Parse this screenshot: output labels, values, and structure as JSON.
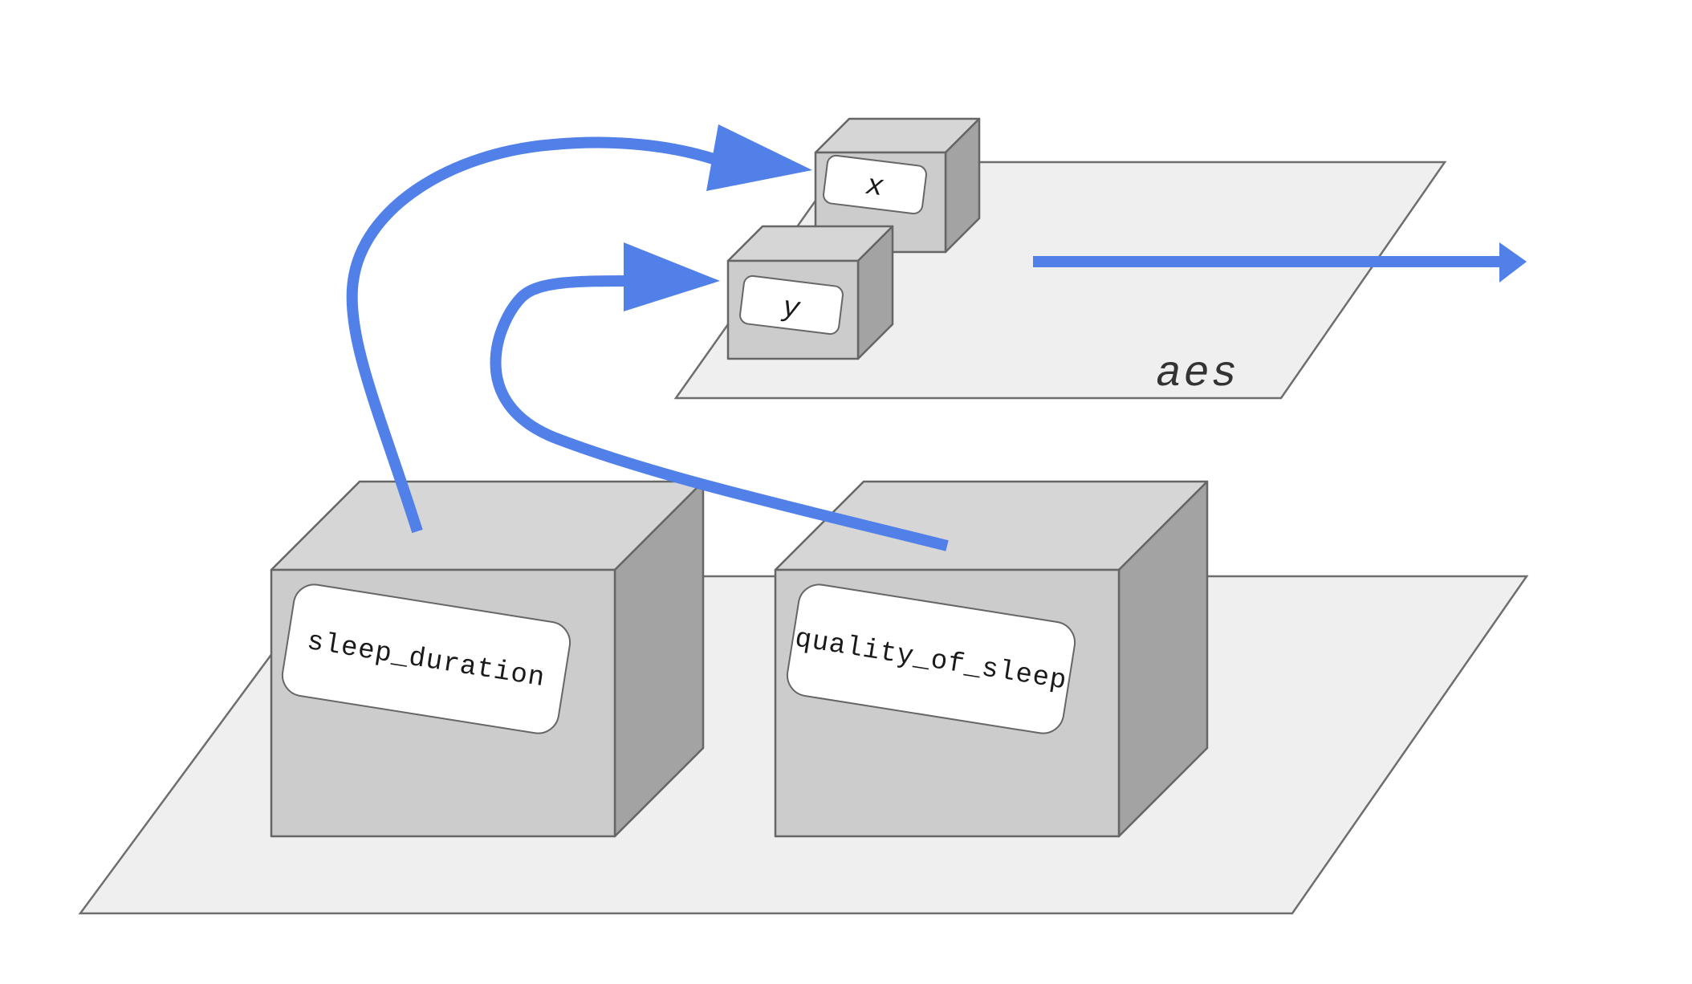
{
  "diagram": {
    "data_fields": [
      "sleep_duration",
      "quality_of_sleep"
    ],
    "aesthetics": [
      "x",
      "y"
    ],
    "aes_plane_label": "aes",
    "colors": {
      "arrow": "#5080e8",
      "plane": "#efefef",
      "box_front": "#cccccc",
      "box_top": "#d6d6d6",
      "box_side": "#a3a3a3",
      "tag": "#ffffff"
    }
  }
}
